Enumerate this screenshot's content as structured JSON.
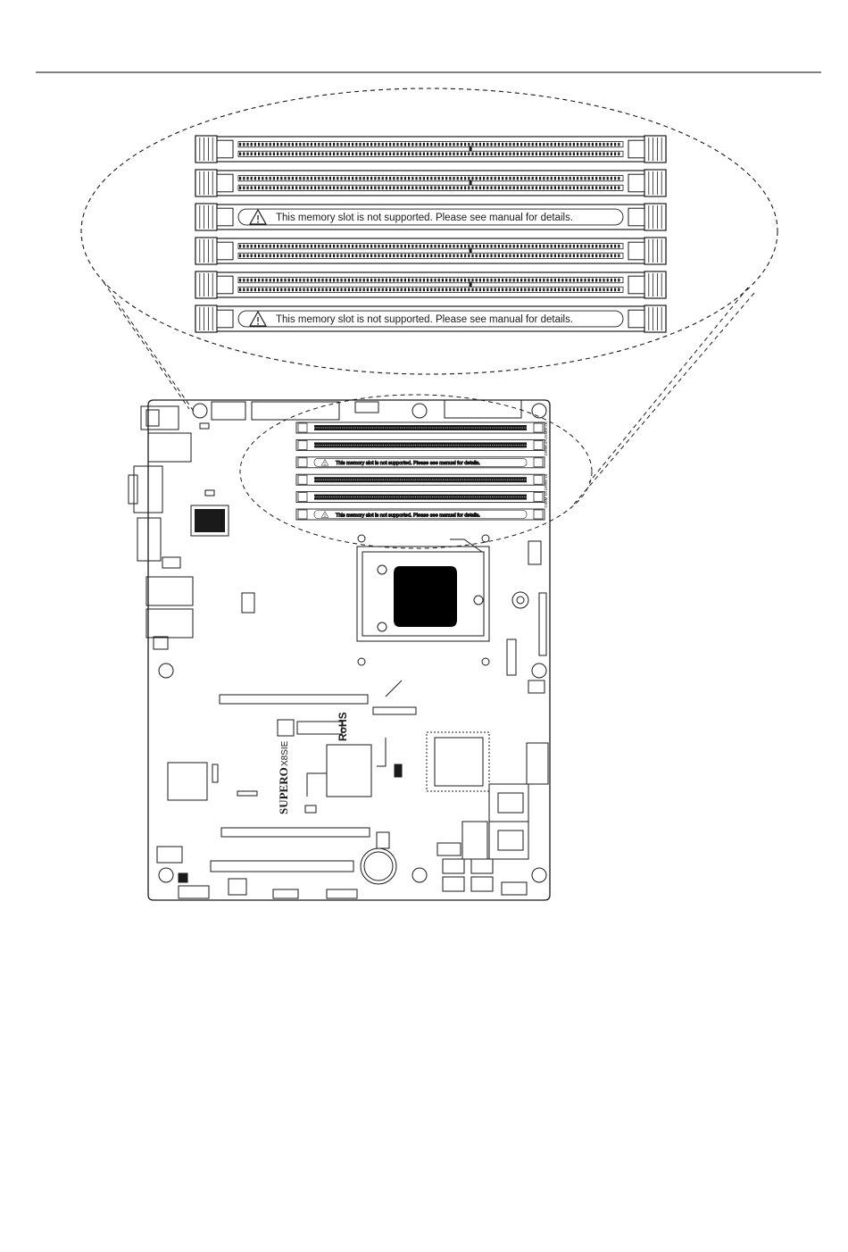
{
  "notice": {
    "text": "This memory slot is not supported.  Please see manual for details."
  },
  "callout_slots": [
    "supported",
    "supported",
    "unsupported",
    "supported",
    "supported",
    "unsupported"
  ],
  "board": {
    "brand": "SUPERO",
    "model": "X8SIE",
    "rohs": "RoHS",
    "dimm_labels": [
      "DIMM 2B",
      "DIMM 2A",
      "DIMM 1B",
      "DIMM 1A"
    ]
  },
  "colors": {
    "line": "#1a1a1a",
    "slot_fill": "#ffffff",
    "cpu_socket_fill": "#000000",
    "rule": "#555555"
  }
}
